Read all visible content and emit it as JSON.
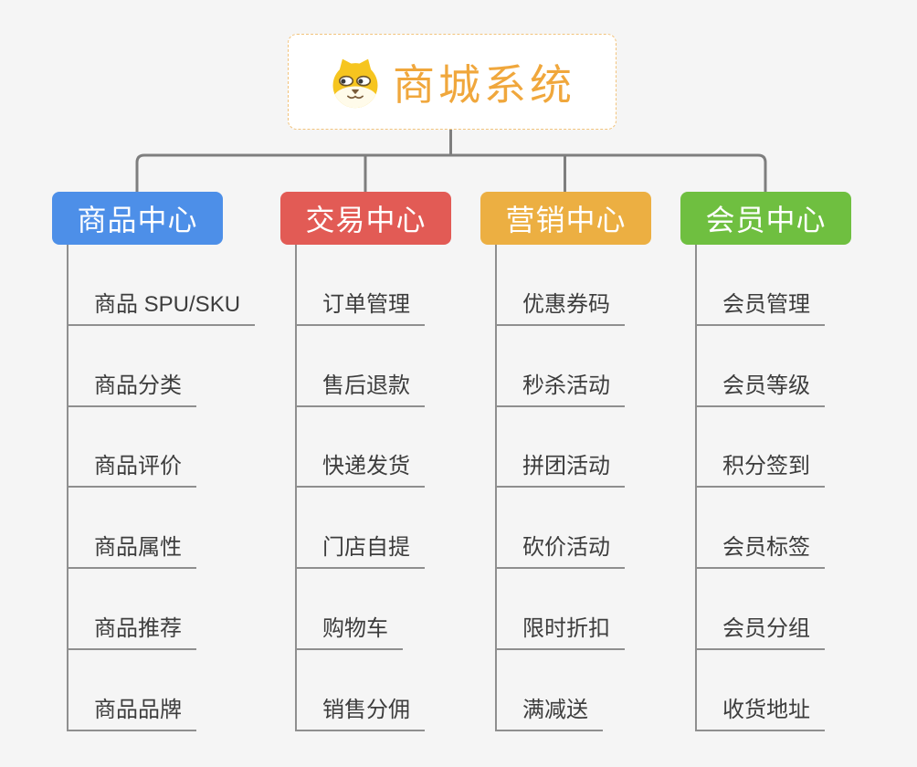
{
  "root": {
    "title": "商城系统",
    "icon": "dog-face-icon"
  },
  "branches": [
    {
      "label": "商品中心",
      "color": "#4D8FE8",
      "children": [
        "商品 SPU/SKU",
        "商品分类",
        "商品评价",
        "商品属性",
        "商品推荐",
        "商品品牌"
      ]
    },
    {
      "label": "交易中心",
      "color": "#E25B55",
      "children": [
        "订单管理",
        "售后退款",
        "快递发货",
        "门店自提",
        "购物车",
        "销售分佣"
      ]
    },
    {
      "label": "营销中心",
      "color": "#ECAF42",
      "children": [
        "优惠券码",
        "秒杀活动",
        "拼团活动",
        "砍价活动",
        "限时折扣",
        "满减送"
      ]
    },
    {
      "label": "会员中心",
      "color": "#6FBF40",
      "children": [
        "会员管理",
        "会员等级",
        "积分签到",
        "会员标签",
        "会员分组",
        "收货地址"
      ]
    }
  ],
  "colors": {
    "background": "#F5F5F5",
    "root_text": "#F0A73C",
    "root_border": "#F2C37C",
    "connector_line": "#7E7E7E",
    "leaf_line": "#8F8F8F",
    "leaf_text": "#3D3D3D"
  }
}
